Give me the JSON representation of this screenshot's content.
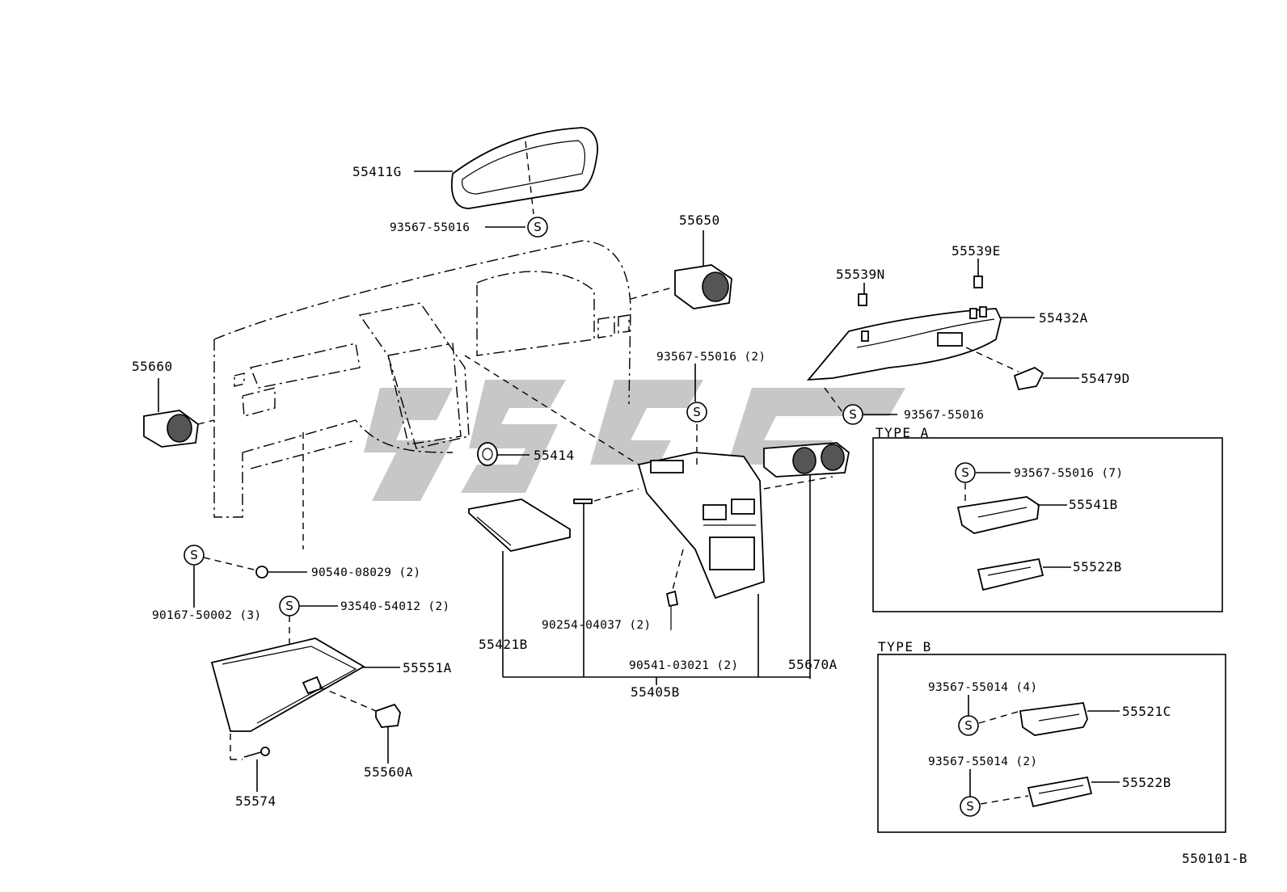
{
  "diagram_code": "550101-B",
  "sections": {
    "type_a": "TYPE A",
    "type_b": "TYPE B"
  },
  "s_symbol": "S",
  "labels": {
    "p55411G": "55411G",
    "p93567_55016_top": "93567-55016",
    "p55650": "55650",
    "p55660": "55660",
    "p55539N": "55539N",
    "p55539E": "55539E",
    "p55432A": "55432A",
    "p93567_55016_2": "93567-55016 (2)",
    "p55479D": "55479D",
    "p93567_55016_right": "93567-55016",
    "p55414": "55414",
    "p90540_08029": "90540-08029 (2)",
    "p90167_50002": "90167-50002 (3)",
    "p93540_54012": "93540-54012 (2)",
    "p55551A": "55551A",
    "p55560A": "55560A",
    "p55574": "55574",
    "p55421B": "55421B",
    "p90254_04037": "90254-04037 (2)",
    "p90541_03021": "90541-03021 (2)",
    "p55670A": "55670A",
    "p55405B": "55405B",
    "a_93567_55016_7": "93567-55016 (7)",
    "a_55541B": "55541B",
    "a_55522B": "55522B",
    "b_93567_55014_4": "93567-55014 (4)",
    "b_55521C": "55521C",
    "b_93567_55014_2": "93567-55014 (2)",
    "b_55522B": "55522B"
  }
}
